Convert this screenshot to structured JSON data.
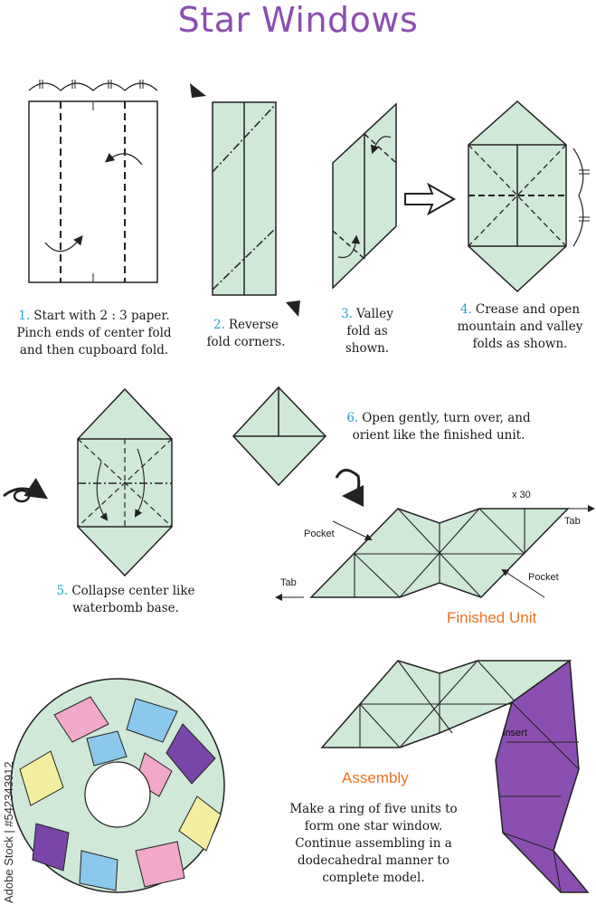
{
  "title": "Star Windows",
  "steps": [
    {
      "num": "1.",
      "text": "Start with 2 : 3 paper. Pinch ends of center fold and then cupboard fold."
    },
    {
      "num": "2.",
      "text": "Reverse fold corners."
    },
    {
      "num": "3.",
      "text": "Valley fold as shown."
    },
    {
      "num": "4.",
      "text": "Crease and open mountain and valley folds as shown."
    },
    {
      "num": "5.",
      "text": "Collapse center like waterbomb base."
    },
    {
      "num": "6.",
      "text": "Open gently, turn over, and orient like the finished unit."
    }
  ],
  "finished_unit": {
    "heading": "Finished Unit",
    "count": "x 30",
    "pocket_label": "Pocket",
    "tab_label": "Tab"
  },
  "assembly": {
    "heading": "Assembly",
    "insert_label": "insert",
    "text": "Make a ring of five units to form one star window. Continue assembling in a dodecahedral manner to complete model."
  },
  "watermark": "Adobe Stock | #542343912",
  "colors": {
    "paper_green": "#cfe8d8",
    "unit_purple": "#8a4fb0",
    "title_purple": "#8a4fb0",
    "step_number_blue": "#2b9fc6",
    "heading_orange": "#f07020",
    "model_pink": "#f2a8c8",
    "model_blue": "#8cc8ec",
    "model_yellow": "#f4eea0",
    "model_violet": "#7a45a8"
  }
}
